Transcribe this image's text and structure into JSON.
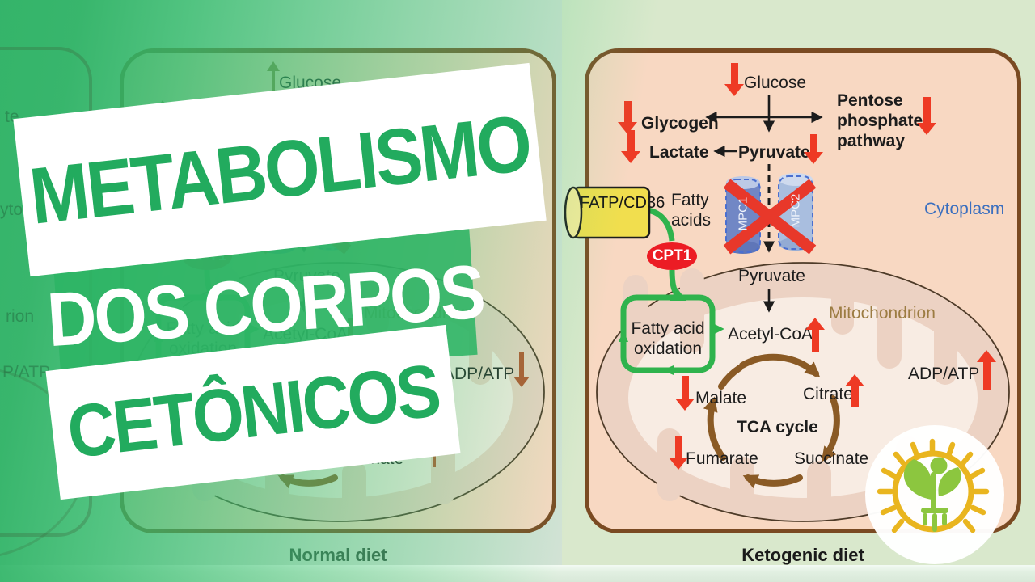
{
  "title": {
    "line1": "METABOLISMO",
    "line2": "DOS CORPOS",
    "line3": "CETÔNICOS"
  },
  "panels": {
    "left": {
      "caption": "Normal diet"
    },
    "right": {
      "caption": "Ketogenic diet"
    }
  },
  "diagram": {
    "glucose": "Glucose",
    "glycogen": "Glycogen",
    "pentose": "Pentose phosphate pathway",
    "lactate": "Lactate",
    "pyruvate": "Pyruvate",
    "mpc1": "MPC1",
    "mpc2": "MPC2",
    "fatp": "FATP/CD36",
    "fatty_acids": "Fatty acids",
    "cpt1": "CPT1",
    "acetyl_coa": "Acetyl-CoA",
    "fatty_acid_oxidation": "Fatty acid oxidation",
    "mitochondrion": "Mitochondrion",
    "cytoplasm": "Cytoplasm",
    "adp_atp": "ADP/ATP",
    "tca_cycle": "TCA cycle",
    "malate": "Malate",
    "citrate": "Citrate",
    "fumarate": "Fumarate",
    "succinate": "Succinate"
  },
  "ghost_fragments": {
    "f1": "te",
    "f2": "ytopl",
    "f3": "rion",
    "f4": "P/ATP"
  },
  "colors": {
    "accent_green": "#22ab5e",
    "overlay_green": "#2cb264",
    "arrow_red": "#ee3a24",
    "pathway_green": "#2fb34d",
    "tca_brown": "#8a5a25",
    "cell_fill": "#f8d8c2",
    "cell_border": "#7a4a22",
    "fatp_yellow": "#f1de4e",
    "mpc_blue_dark": "#7187c5",
    "mpc_blue_light": "#a9bedf",
    "cytoplasm_blue": "#3b6fbf",
    "mitochondrion_tan": "#9c7c42"
  }
}
